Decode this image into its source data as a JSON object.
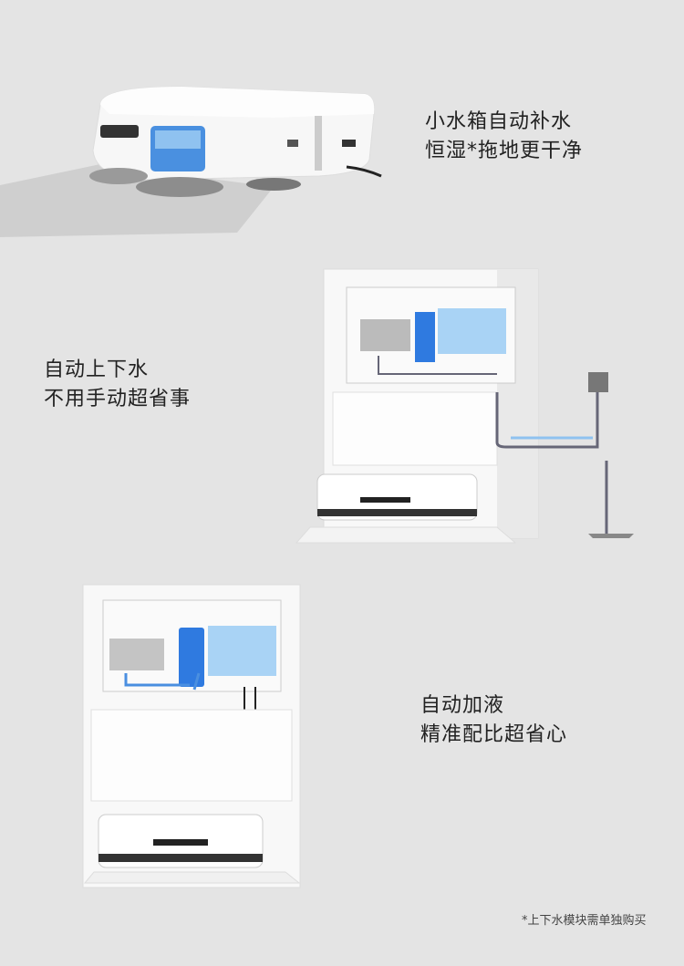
{
  "features": [
    {
      "line1": "小水箱自动补水",
      "line2": "恒湿*拖地更干净"
    },
    {
      "line1": "自动上下水",
      "line2": "不用手动超省事"
    },
    {
      "line1": "自动加液",
      "line2": "精准配比超省心"
    }
  ],
  "footnote": "*上下水模块需单独购买",
  "colors": {
    "background": "#e4e4e4",
    "water_blue": "#4a90e0",
    "device_white": "#f7f7f7"
  }
}
